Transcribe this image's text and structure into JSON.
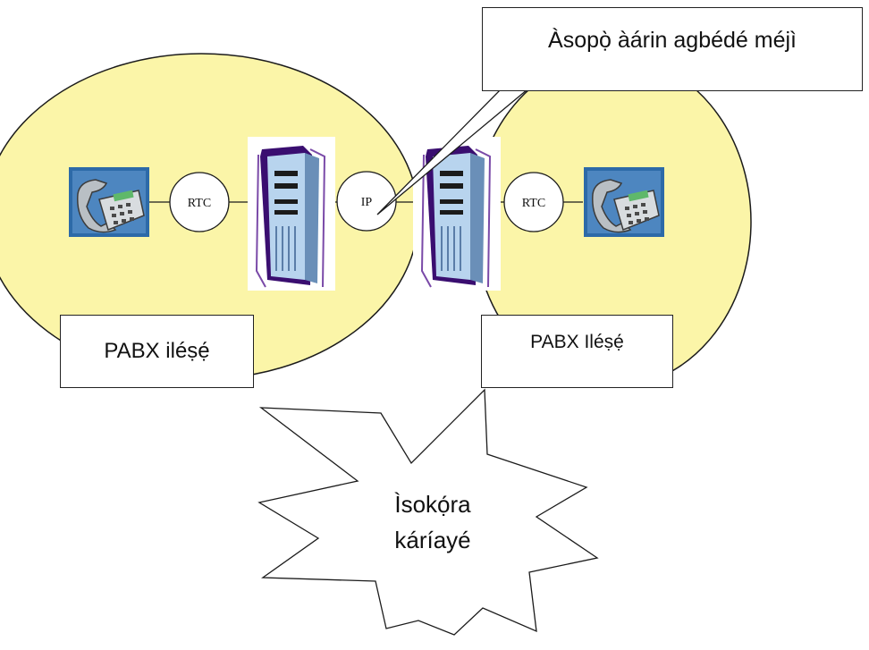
{
  "diagram": {
    "callout": "Àsopọ̀ àárin agbédé méjì",
    "left_pabx": "PABX iléṣẹ́",
    "right_pabx": "PABX Iléṣẹ́",
    "network_left": "RTC",
    "network_center": "IP",
    "network_right": "RTC",
    "starburst_line1": "Ìsokọ́ra",
    "starburst_line2": "káríayé"
  },
  "colors": {
    "region_fill": "#fbf5a8",
    "server_purple": "#3a0e70",
    "server_blue": "#a8c8e8",
    "phone_bg": "#2d6aa8"
  }
}
